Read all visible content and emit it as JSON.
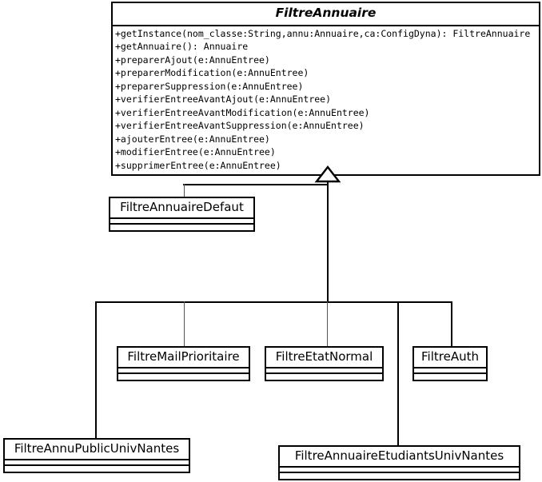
{
  "diagram": {
    "kind": "uml-class-diagram",
    "title": "FiltreAnnuaire class hierarchy",
    "background": "#ffffff",
    "line_color": "#000000",
    "text_color": "#000000"
  },
  "classes": {
    "root": {
      "name": "FiltreAnnuaire",
      "abstract": true,
      "attributes": [],
      "operations": [
        "+getInstance(nom_classe:String,annu:Annuaire,ca:ConfigDyna): FiltreAnnuaire",
        "+getAnnuaire(): Annuaire",
        "+preparerAjout(e:AnnuEntree)",
        "+preparerModification(e:AnnuEntree)",
        "+preparerSuppression(e:AnnuEntree)",
        "+verifierEntreeAvantAjout(e:AnnuEntree)",
        "+verifierEntreeAvantModification(e:AnnuEntree)",
        "+verifierEntreeAvantSuppression(e:AnnuEntree)",
        "+ajouterEntree(e:AnnuEntree)",
        "+modifierEntree(e:AnnuEntree)",
        "+supprimerEntree(e:AnnuEntree)"
      ]
    },
    "defaut": {
      "name": "FiltreAnnuaireDefaut",
      "abstract": false,
      "attributes": [],
      "operations": []
    },
    "mail_prioritaire": {
      "name": "FiltreMailPrioritaire",
      "abstract": false,
      "attributes": [],
      "operations": []
    },
    "etat_normal": {
      "name": "FiltreEtatNormal",
      "abstract": false,
      "attributes": [],
      "operations": []
    },
    "auth": {
      "name": "FiltreAuth",
      "abstract": false,
      "attributes": [],
      "operations": []
    },
    "public_univ_nantes": {
      "name": "FiltreAnnuPublicUnivNantes",
      "abstract": false,
      "attributes": [],
      "operations": []
    },
    "etudiants_univ_nantes": {
      "name": "FiltreAnnuaireEtudiantsUnivNantes",
      "abstract": false,
      "attributes": [],
      "operations": []
    }
  },
  "relations": [
    {
      "type": "generalization",
      "from": "FiltreAnnuaireDefaut",
      "to": "FiltreAnnuaire"
    },
    {
      "type": "generalization",
      "from": "FiltreMailPrioritaire",
      "to": "FiltreAnnuaire"
    },
    {
      "type": "generalization",
      "from": "FiltreEtatNormal",
      "to": "FiltreAnnuaire"
    },
    {
      "type": "generalization",
      "from": "FiltreAuth",
      "to": "FiltreAnnuaire"
    },
    {
      "type": "generalization",
      "from": "FiltreAnnuPublicUnivNantes",
      "to": "FiltreAnnuaire"
    },
    {
      "type": "generalization",
      "from": "FiltreAnnuaireEtudiantsUnivNantes",
      "to": "FiltreAnnuaire"
    }
  ]
}
